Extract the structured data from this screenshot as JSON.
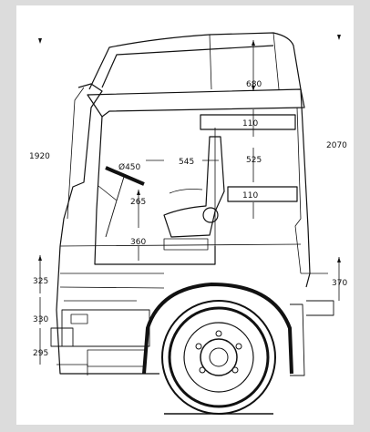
{
  "diagram": {
    "dimensions": {
      "overall_height_left": "1920",
      "overall_height_right": "2070",
      "roof_interior_height": "680",
      "bunk_upper_height": "110",
      "bunk_gap_height": "525",
      "bunk_lower_height": "110",
      "steering_wheel_diameter": "Ø450",
      "wheel_to_wall": "545",
      "seat_to_floor": "265",
      "floor_to_step": "360",
      "step_upper": "325",
      "step_middle": "330",
      "step_lower": "295",
      "right_step": "370"
    }
  }
}
